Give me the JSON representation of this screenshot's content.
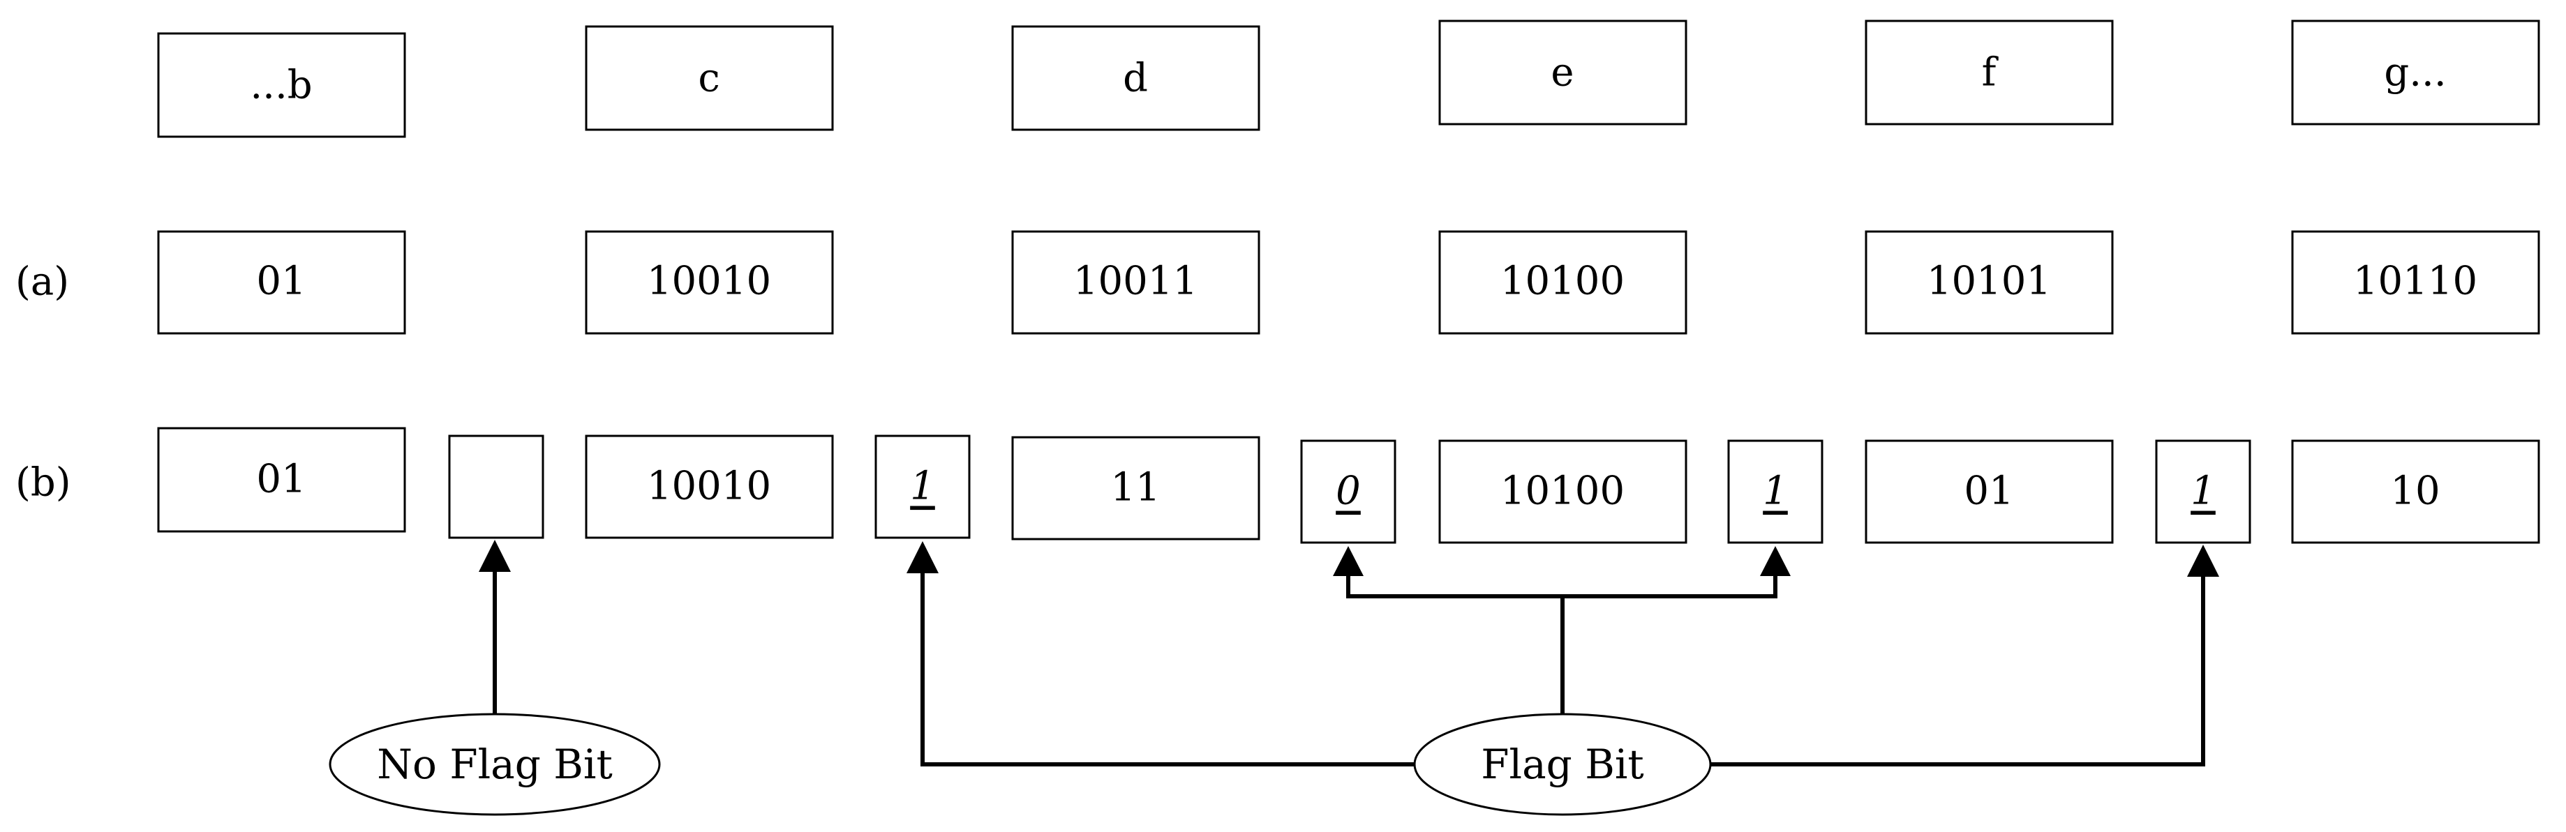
{
  "rows": {
    "top": {
      "label": "",
      "boxes": [
        "...b",
        "c",
        "d",
        "e",
        "f",
        "g..."
      ]
    },
    "a": {
      "label": "(a)",
      "boxes": [
        "01",
        "10010",
        "10011",
        "10100",
        "10101",
        "10110"
      ]
    },
    "b": {
      "label": "(b)",
      "boxes": [
        "01",
        "",
        "10010",
        "1",
        "11",
        "0",
        "10100",
        "1",
        "01",
        "1",
        "10"
      ]
    }
  },
  "callouts": {
    "no_flag": "No Flag Bit",
    "flag": "Flag Bit"
  },
  "flag_bits": [
    "1",
    "0",
    "1",
    "1"
  ]
}
